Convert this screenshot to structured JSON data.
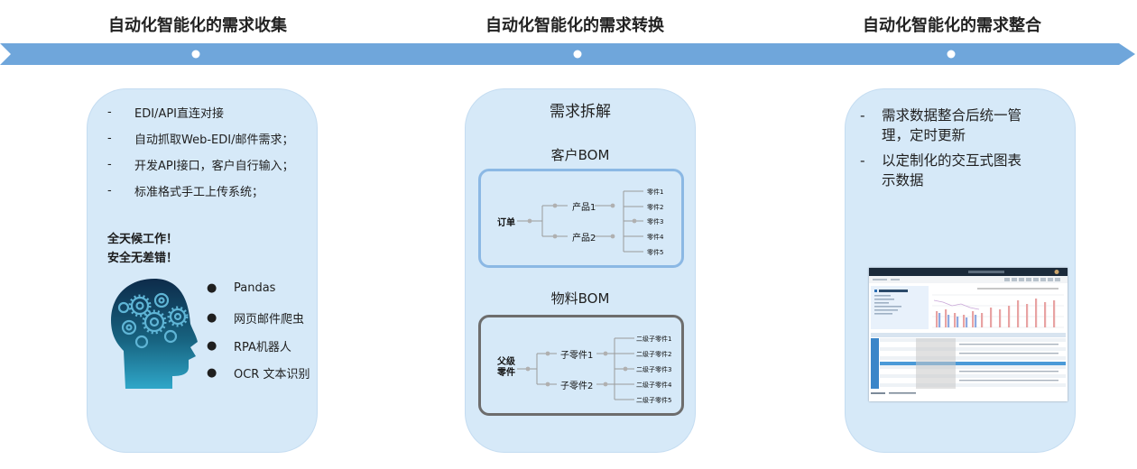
{
  "stages": [
    {
      "title": "自动化智能化的需求收集"
    },
    {
      "title": "自动化智能化的需求转换"
    },
    {
      "title": "自动化智能化的需求整合"
    }
  ],
  "panel1": {
    "bullets": [
      "EDI/API直连对接",
      "自动抓取Web-EDI/邮件需求；",
      "开发API接口，客户自行输入；",
      "标准格式手工上传系统；"
    ],
    "bullet_mark": "-",
    "motto": [
      "全天候工作！",
      "安全无差错！"
    ],
    "tools": [
      "Pandas",
      "网页邮件爬虫",
      "RPA机器人",
      "OCR 文本识别"
    ],
    "tool_mark": "●"
  },
  "panel2": {
    "title": "需求拆解",
    "customer_bom": {
      "title": "客户BOM",
      "root": "订单",
      "mids": [
        "产品1",
        "产品2"
      ],
      "leaves": [
        "零件1",
        "零件2",
        "零件3",
        "零件4",
        "零件5"
      ]
    },
    "material_bom": {
      "title": "物料BOM",
      "root_lines": [
        "父级",
        "零件"
      ],
      "mids": [
        "子零件1",
        "子零件2"
      ],
      "leaves": [
        "二级子零件1",
        "二级子零件2",
        "二级子零件3",
        "二级子零件4",
        "二级子零件5"
      ]
    }
  },
  "panel3": {
    "items": [
      {
        "mark": "-",
        "lines": [
          "需求数据整合后统一管",
          "理，定时更新"
        ]
      },
      {
        "mark": "-",
        "lines": [
          "以定制化的交互式图表",
          "示数据"
        ]
      }
    ]
  },
  "colors": {
    "timeline": "#6fa6db",
    "panel_bg": "#d6e9f8",
    "customer_box_border": "#8bb8e4",
    "material_box_border": "#6d6d6d",
    "head_dark": "#0d2b4a",
    "head_light": "#2fa7c9"
  }
}
